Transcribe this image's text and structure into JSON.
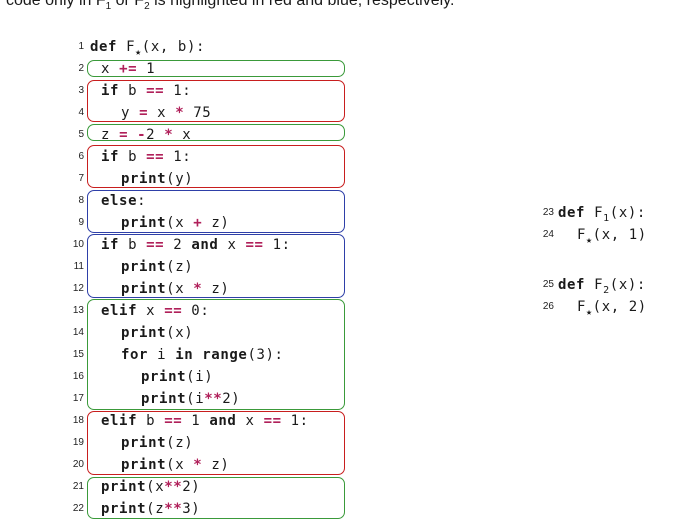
{
  "caption": {
    "part1": "code only in F",
    "sub1": "1",
    "part2": " or F",
    "sub2": "2",
    "part3": " is highlighted in red and blue, respectively."
  },
  "highlight_colors": {
    "shared": "#3a9a3a",
    "only_f1": "#c81e1e",
    "only_f2": "#2e3fa8"
  },
  "left_listing": [
    {
      "no": "1",
      "text": "def F★(x, b):"
    },
    {
      "no": "2",
      "text": "x += 1"
    },
    {
      "no": "3",
      "text": "if b == 1:"
    },
    {
      "no": "4",
      "text": "y = x * 75"
    },
    {
      "no": "5",
      "text": "z = -2 * x"
    },
    {
      "no": "6",
      "text": "if b == 1:"
    },
    {
      "no": "7",
      "text": "print(y)"
    },
    {
      "no": "8",
      "text": "else:"
    },
    {
      "no": "9",
      "text": "print(x + z)"
    },
    {
      "no": "10",
      "text": "if b == 2 and x == 1:"
    },
    {
      "no": "11",
      "text": "print(z)"
    },
    {
      "no": "12",
      "text": "print(x * z)"
    },
    {
      "no": "13",
      "text": "elif x == 0:"
    },
    {
      "no": "14",
      "text": "print(x)"
    },
    {
      "no": "15",
      "text": "for i in range(3):"
    },
    {
      "no": "16",
      "text": "print(i)"
    },
    {
      "no": "17",
      "text": "print(i**2)"
    },
    {
      "no": "18",
      "text": "elif b == 1 and x == 1:"
    },
    {
      "no": "19",
      "text": "print(z)"
    },
    {
      "no": "20",
      "text": "print(x * z)"
    },
    {
      "no": "21",
      "text": "print(x**2)"
    },
    {
      "no": "22",
      "text": "print(z**3)"
    }
  ],
  "right_listing": [
    {
      "no": "23",
      "text": "def F1(x):"
    },
    {
      "no": "24",
      "text": "F★(x, 1)"
    },
    {
      "no": "25",
      "text": "def F2(x):"
    },
    {
      "no": "26",
      "text": "F★(x, 2)"
    }
  ]
}
